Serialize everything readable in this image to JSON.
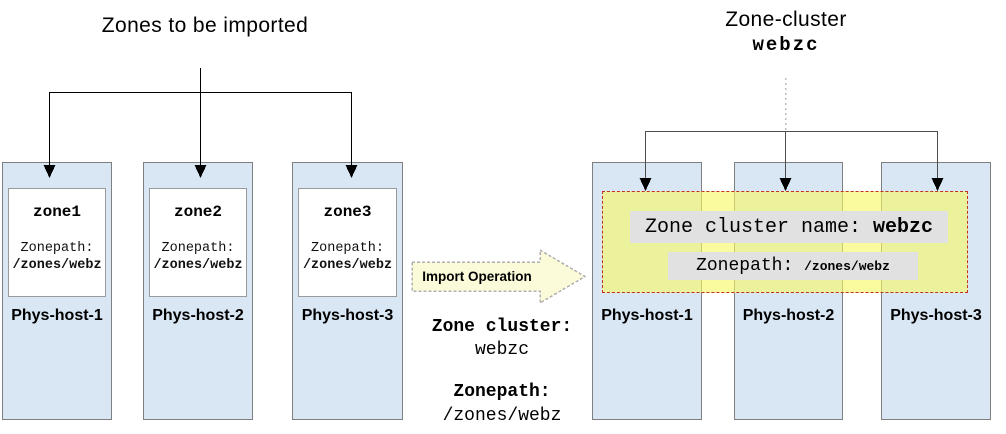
{
  "left_group": {
    "title": "Zones to be imported",
    "hosts": [
      {
        "zone_name": "zone1",
        "zonepath_label": "Zonepath:",
        "zonepath_value": "/zones/webz",
        "host_label": "Phys-host-1"
      },
      {
        "zone_name": "zone2",
        "zonepath_label": "Zonepath:",
        "zonepath_value": "/zones/webz",
        "host_label": "Phys-host-2"
      },
      {
        "zone_name": "zone3",
        "zonepath_label": "Zonepath:",
        "zonepath_value": "/zones/webz",
        "host_label": "Phys-host-3"
      }
    ]
  },
  "middle": {
    "arrow_label": "Import Operation",
    "cluster_label": "Zone cluster:",
    "cluster_value": "webzc",
    "zonepath_label": "Zonepath:",
    "zonepath_value": "/zones/webz"
  },
  "right_group": {
    "title": "Zone-cluster",
    "cluster_name": "webzc",
    "overlay": {
      "name_label": "Zone cluster name: ",
      "name_value": "webzc",
      "zonepath_label": "Zonepath: ",
      "zonepath_value": "/zones/webz"
    },
    "hosts": [
      {
        "host_label": "Phys-host-1"
      },
      {
        "host_label": "Phys-host-2"
      },
      {
        "host_label": "Phys-host-3"
      }
    ]
  },
  "colors": {
    "host_box_fill": "#d9e7f4",
    "host_box_border": "#7f7f7f",
    "zone_box_fill": "#ffffff",
    "zone_box_border": "#9a9a9a",
    "import_arrow_fill": "#fbfbd9",
    "import_arrow_border": "#b0b0b0",
    "cluster_overlay_fill": "#f7f764",
    "cluster_overlay_border": "#c03030",
    "label_box_fill": "#e1e1e1",
    "connector_color": "#000000",
    "dotted_line_color": "#bdbdbd"
  }
}
